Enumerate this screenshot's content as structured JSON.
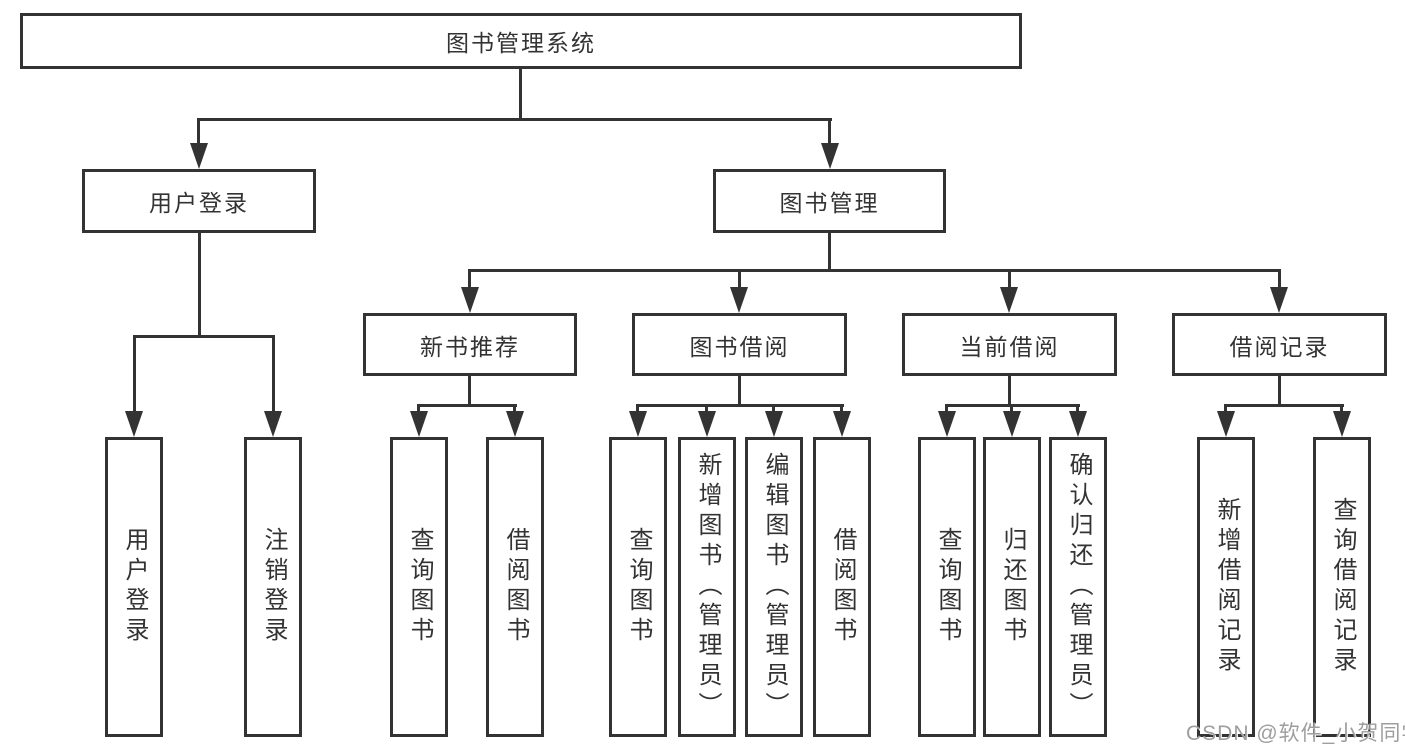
{
  "tree": {
    "label": "图书管理系统",
    "children": [
      {
        "label": "用户登录",
        "children": [
          {
            "label": "用户登录"
          },
          {
            "label": "注销登录"
          }
        ]
      },
      {
        "label": "图书管理",
        "children": [
          {
            "label": "新书推荐",
            "children": [
              {
                "label": "查询图书"
              },
              {
                "label": "借阅图书"
              }
            ]
          },
          {
            "label": "图书借阅",
            "children": [
              {
                "label": "查询图书"
              },
              {
                "label": "新增图书（管理员）"
              },
              {
                "label": "编辑图书（管理员）"
              },
              {
                "label": "借阅图书"
              }
            ]
          },
          {
            "label": "当前借阅",
            "children": [
              {
                "label": "查询图书"
              },
              {
                "label": "归还图书"
              },
              {
                "label": "确认归还（管理员）"
              }
            ]
          },
          {
            "label": "借阅记录",
            "children": [
              {
                "label": "新增借阅记录"
              },
              {
                "label": "查询借阅记录"
              }
            ]
          }
        ]
      }
    ]
  },
  "watermark": {
    "text": "CSDN @软件_小贺同学"
  },
  "colors": {
    "line": "#333333",
    "text": "#333333",
    "box_background": "#ffffff",
    "watermark": "#9e9e9e",
    "background": "#ffffff"
  }
}
